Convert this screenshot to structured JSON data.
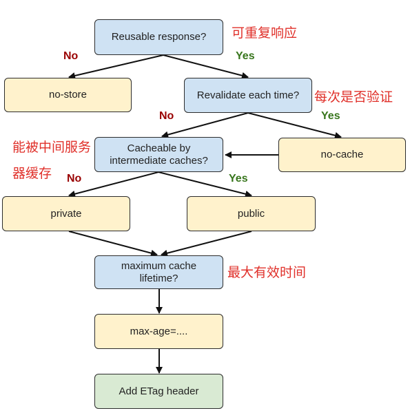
{
  "colors": {
    "decision": "#cfe2f3",
    "outcome": "#fff2cc",
    "final": "#d9ead3",
    "no": "#990000",
    "yes": "#38761d",
    "note": "#e0302a"
  },
  "nodes": {
    "reusable": "Reusable response?",
    "nostore": "no-store",
    "revalidate": "Revalidate each time?",
    "nocache": "no-cache",
    "cacheable": "Cacheable by\nintermediate caches?",
    "private": "private",
    "public": "public",
    "maxlife": "maximum cache\nlifetime?",
    "maxage": "max-age=....",
    "etag": "Add ETag header"
  },
  "edge_labels": {
    "no": "No",
    "yes": "Yes"
  },
  "notes": {
    "reusable": "可重复响应",
    "revalidate": "每次是否验证",
    "cacheable_1": "能被中间服务",
    "cacheable_2": "器缓存",
    "maxlife": "最大有效时间"
  }
}
